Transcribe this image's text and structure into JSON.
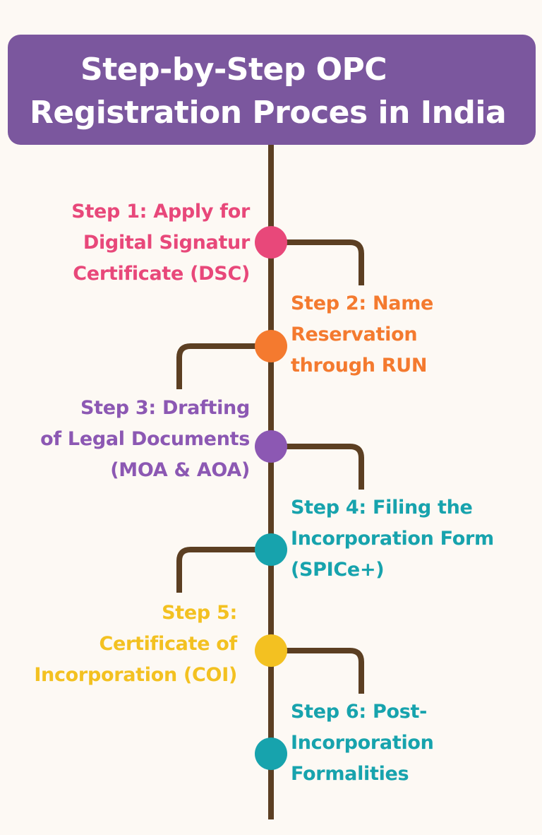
{
  "title": {
    "line1": "Step-by-Step OPC",
    "line2": "Registration Proces in India"
  },
  "colors": {
    "title_bg": "#7b579e",
    "line": "#5c3f22",
    "step1": "#e8487a",
    "step2": "#f47a2f",
    "step3": "#8c58b3",
    "step4": "#17a3ad",
    "step5": "#f3c121",
    "step6": "#17a3ad"
  },
  "steps": [
    {
      "lines": [
        "Step 1: Apply for",
        "Digital Signatur",
        "Certificate (DSC)"
      ]
    },
    {
      "lines": [
        "Step 2: Name",
        "Reservation",
        "through RUN"
      ]
    },
    {
      "lines": [
        "Step 3: Drafting",
        "of Legal Documents",
        "(MOA & AOA)"
      ]
    },
    {
      "lines": [
        "Step 4: Filing the",
        "Incorporation Form",
        "(SPICe+)"
      ]
    },
    {
      "lines": [
        "Step 5:",
        "Certificate of",
        "Incorporation (COI)"
      ]
    },
    {
      "lines": [
        "Step 6: Post-",
        "Incorporation",
        "Formalities"
      ]
    }
  ]
}
